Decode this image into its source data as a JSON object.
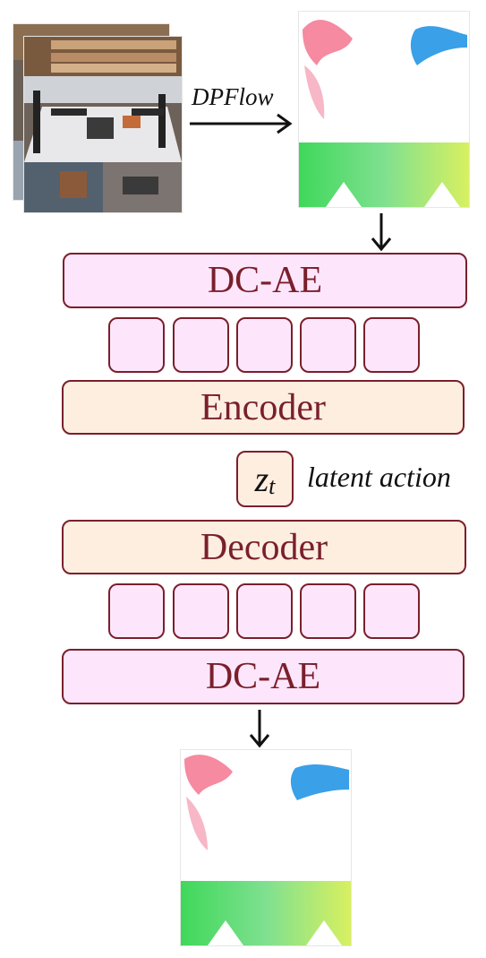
{
  "flow_arrow_label": "DPFlow",
  "encoder_top_aec": "DC-AE",
  "encoder": "Encoder",
  "latent_symbol": "z",
  "latent_subscript": "t",
  "latent_label": "latent action",
  "decoder": "Decoder",
  "decoder_bottom_aec": "DC-AE",
  "colors": {
    "box_border": "#7a1f2c",
    "aec_fill": "#fde6fb",
    "codec_fill": "#fdeee0",
    "text_dark_red": "#7a1f2c"
  }
}
